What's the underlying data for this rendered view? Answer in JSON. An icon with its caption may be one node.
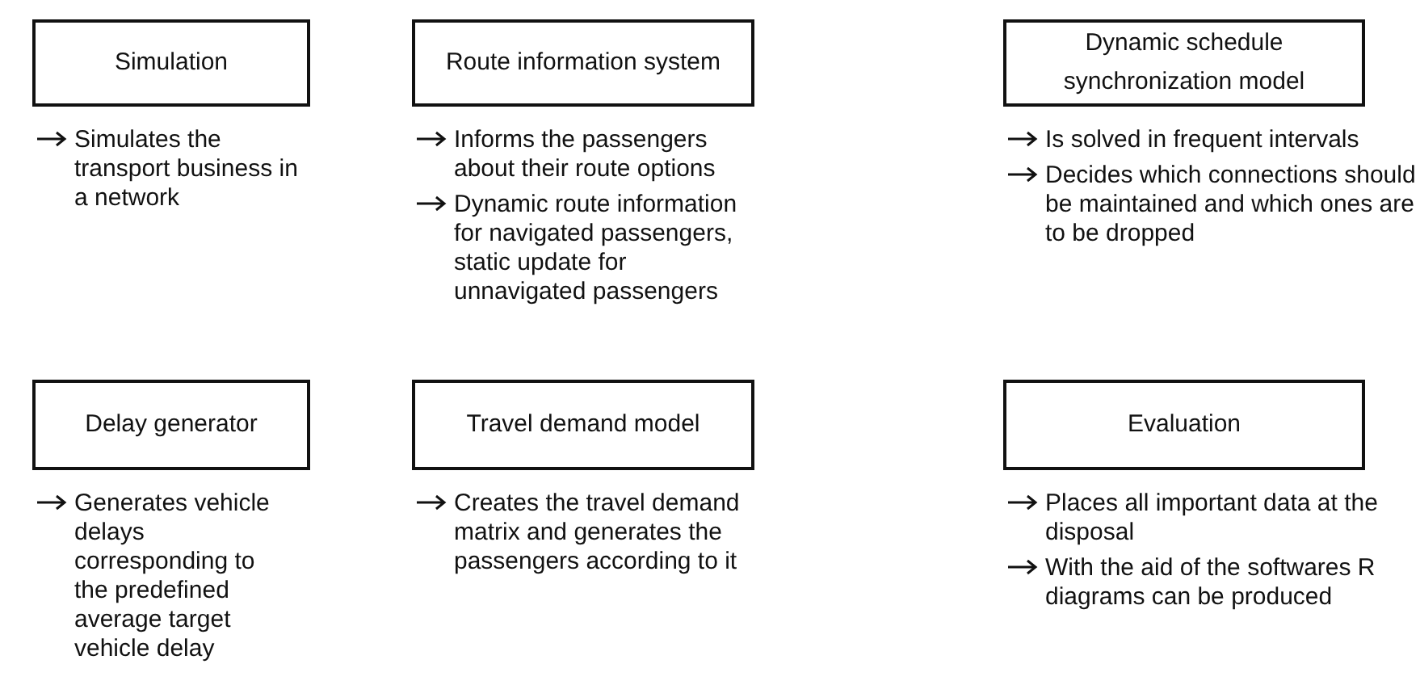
{
  "diagram": {
    "nodes": [
      {
        "text": [
          "Simulation"
        ],
        "beside": [
          "Simulates the transport business in a network"
        ]
      },
      {
        "text": [
          "Route information system"
        ],
        "beside": [
          "Informs the passengers about their route options",
          "Dynamic route information for navigated passengers, static update for unnavigated passengers"
        ]
      },
      {
        "text": [
          "Dynamic schedule synchronization model"
        ],
        "beside": [
          "Is solved in frequent intervals",
          "Decides which connections should be maintained and which ones are to be dropped"
        ]
      },
      {
        "text": [
          "Delay generator"
        ],
        "beside": [
          "Generates vehicle delays corresponding to the predefined average target vehicle delay"
        ]
      },
      {
        "text": [
          "Travel demand model"
        ],
        "beside": [
          "Creates the travel demand matrix and generates the passengers according to it"
        ]
      },
      {
        "text": [
          "Evaluation"
        ],
        "beside": [
          "Places all important data at the disposal",
          "With the aid of the softwares R diagrams can be produced"
        ]
      }
    ]
  }
}
